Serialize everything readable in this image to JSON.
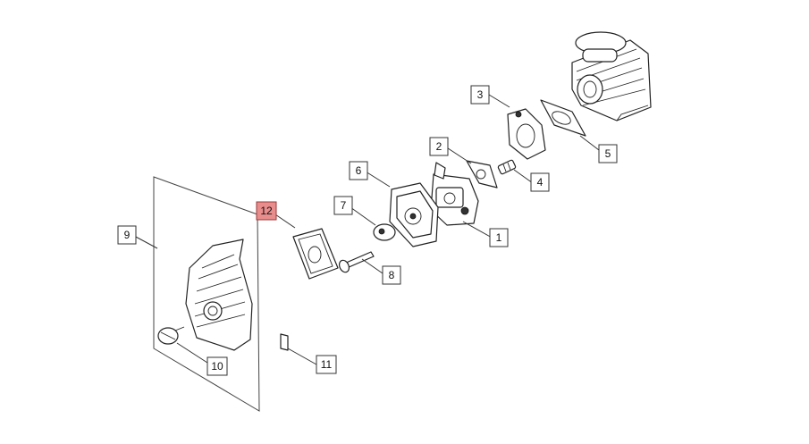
{
  "diagram": {
    "callouts": [
      {
        "id": "1",
        "label": "1"
      },
      {
        "id": "2",
        "label": "2"
      },
      {
        "id": "3",
        "label": "3"
      },
      {
        "id": "4",
        "label": "4"
      },
      {
        "id": "5",
        "label": "5"
      },
      {
        "id": "6",
        "label": "6"
      },
      {
        "id": "7",
        "label": "7"
      },
      {
        "id": "8",
        "label": "8"
      },
      {
        "id": "9",
        "label": "9"
      },
      {
        "id": "10",
        "label": "10"
      },
      {
        "id": "11",
        "label": "11"
      },
      {
        "id": "12",
        "label": "12",
        "highlighted": true
      }
    ],
    "highlight_color": "#e88c8c"
  }
}
